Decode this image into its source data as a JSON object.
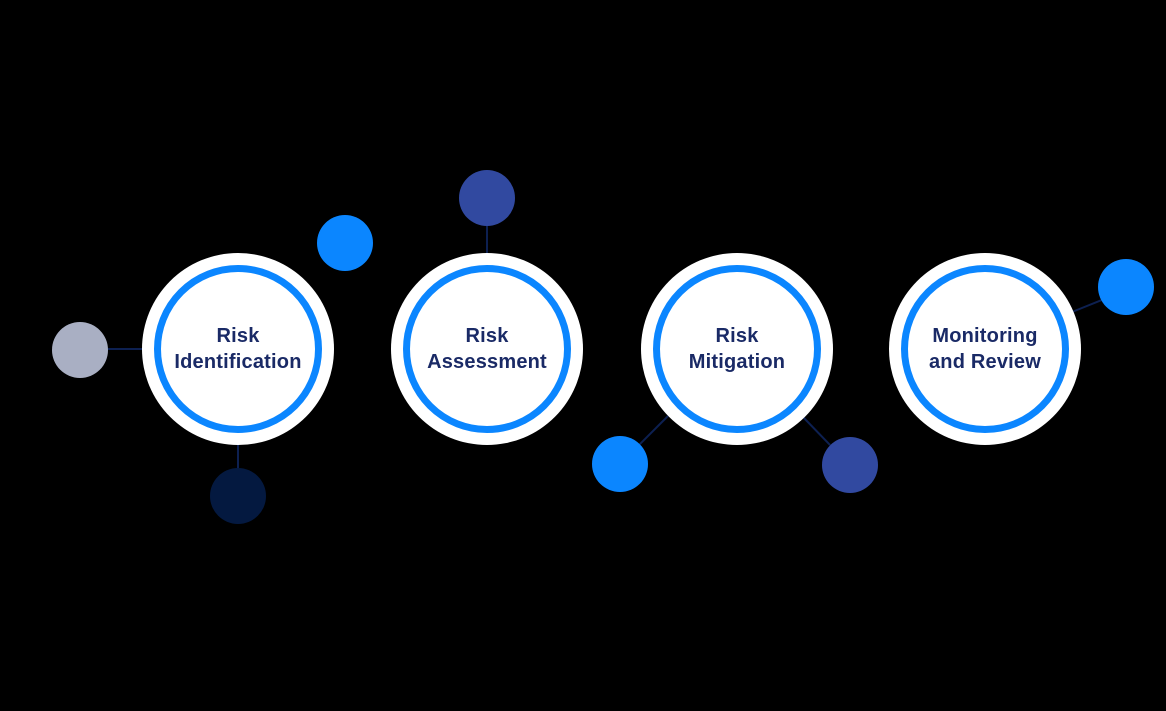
{
  "palette": {
    "background": "#000000",
    "node_fill": "#ffffff",
    "ring_blue": "#0b86ff",
    "label_navy": "#1a2a66",
    "connector_navy": "#0d2051",
    "dot_bright_blue": "#0b86ff",
    "dot_royal_blue": "#3149a0",
    "dot_dark_navy": "#041940",
    "dot_gray": "#a9afc3"
  },
  "stages": [
    {
      "label": "Risk Identification",
      "line1": "Risk",
      "line2": "Identification"
    },
    {
      "label": "Risk Assessment",
      "line1": "Risk",
      "line2": "Assessment"
    },
    {
      "label": "Risk Mitigation",
      "line1": "Risk",
      "line2": "Mitigation"
    },
    {
      "label": "Monitoring and Review",
      "line1": "Monitoring",
      "line2": "and Review"
    }
  ]
}
